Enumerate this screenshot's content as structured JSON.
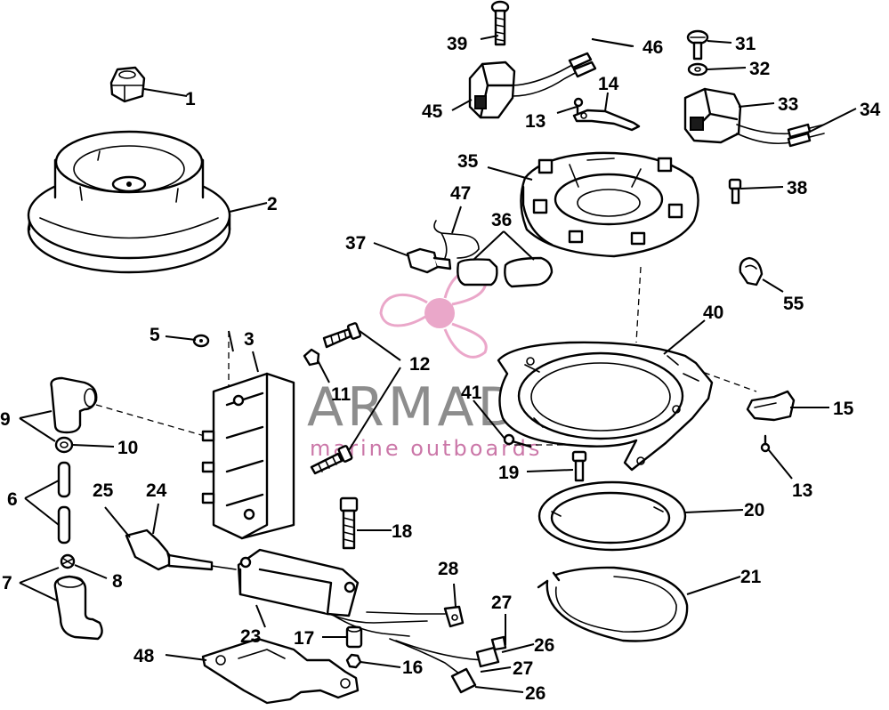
{
  "watermark": {
    "brand": "ARMADA",
    "tagline": "marine outboards",
    "logo_icon": "propeller-logo-icon",
    "brand_color": "#e48ab8"
  },
  "callouts": {
    "p1": "1",
    "p2": "2",
    "p3": "3",
    "p5": "5",
    "p6": "6",
    "p7": "7",
    "p8": "8",
    "p9": "9",
    "p10": "10",
    "p11": "11",
    "p12": "12",
    "p13a": "13",
    "p13b": "13",
    "p14": "14",
    "p15": "15",
    "p16": "16",
    "p17": "17",
    "p18": "18",
    "p19": "19",
    "p20": "20",
    "p21": "21",
    "p23": "23",
    "p24": "24",
    "p25": "25",
    "p26a": "26",
    "p26b": "26",
    "p27a": "27",
    "p27b": "27",
    "p28": "28",
    "p31": "31",
    "p32": "32",
    "p33": "33",
    "p34": "34",
    "p35": "35",
    "p36": "36",
    "p37": "37",
    "p38": "38",
    "p39": "39",
    "p40": "40",
    "p41": "41",
    "p45": "45",
    "p46": "46",
    "p47": "47",
    "p48": "48",
    "p55": "55"
  }
}
